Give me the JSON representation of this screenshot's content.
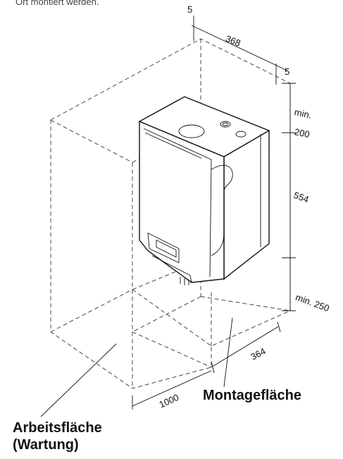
{
  "caption_top": "Ort montiert werden.",
  "dimensions": {
    "gap_left": "5",
    "width": "368",
    "gap_right": "5",
    "min_top": "min.",
    "min_top_value": "200",
    "height": "554",
    "min_bottom": "min. 250",
    "depth": "364",
    "service_depth": "1000"
  },
  "labels": {
    "mounting_area": "Montagefläche",
    "work_area_line1": "Arbeitsfläche",
    "work_area_line2": "(Wartung)"
  }
}
